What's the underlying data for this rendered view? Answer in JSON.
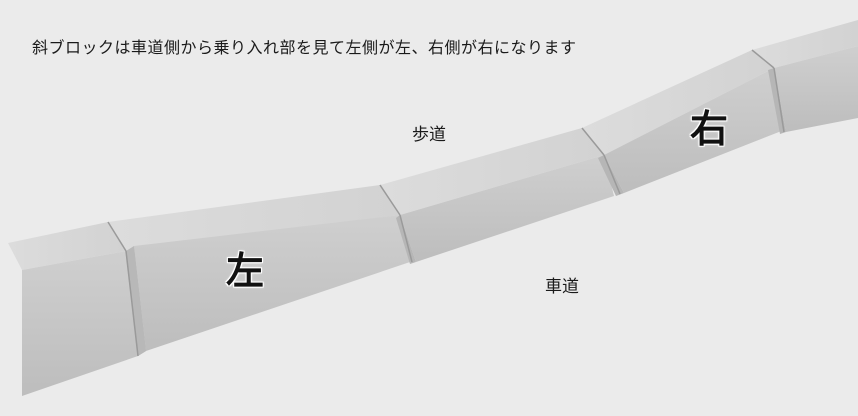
{
  "caption": "斜ブロックは車道側から乗り入れ部を見て左側が左、右側が右になります",
  "labels": {
    "sidewalk": "歩道",
    "roadway": "車道",
    "left_block": "左",
    "right_block": "右"
  },
  "colors": {
    "background": "#ebebeb",
    "block_top": "#d8d8d8",
    "block_face": "#c4c4c4",
    "block_end": "#b9b9b9",
    "text": "#1a1a1a"
  }
}
